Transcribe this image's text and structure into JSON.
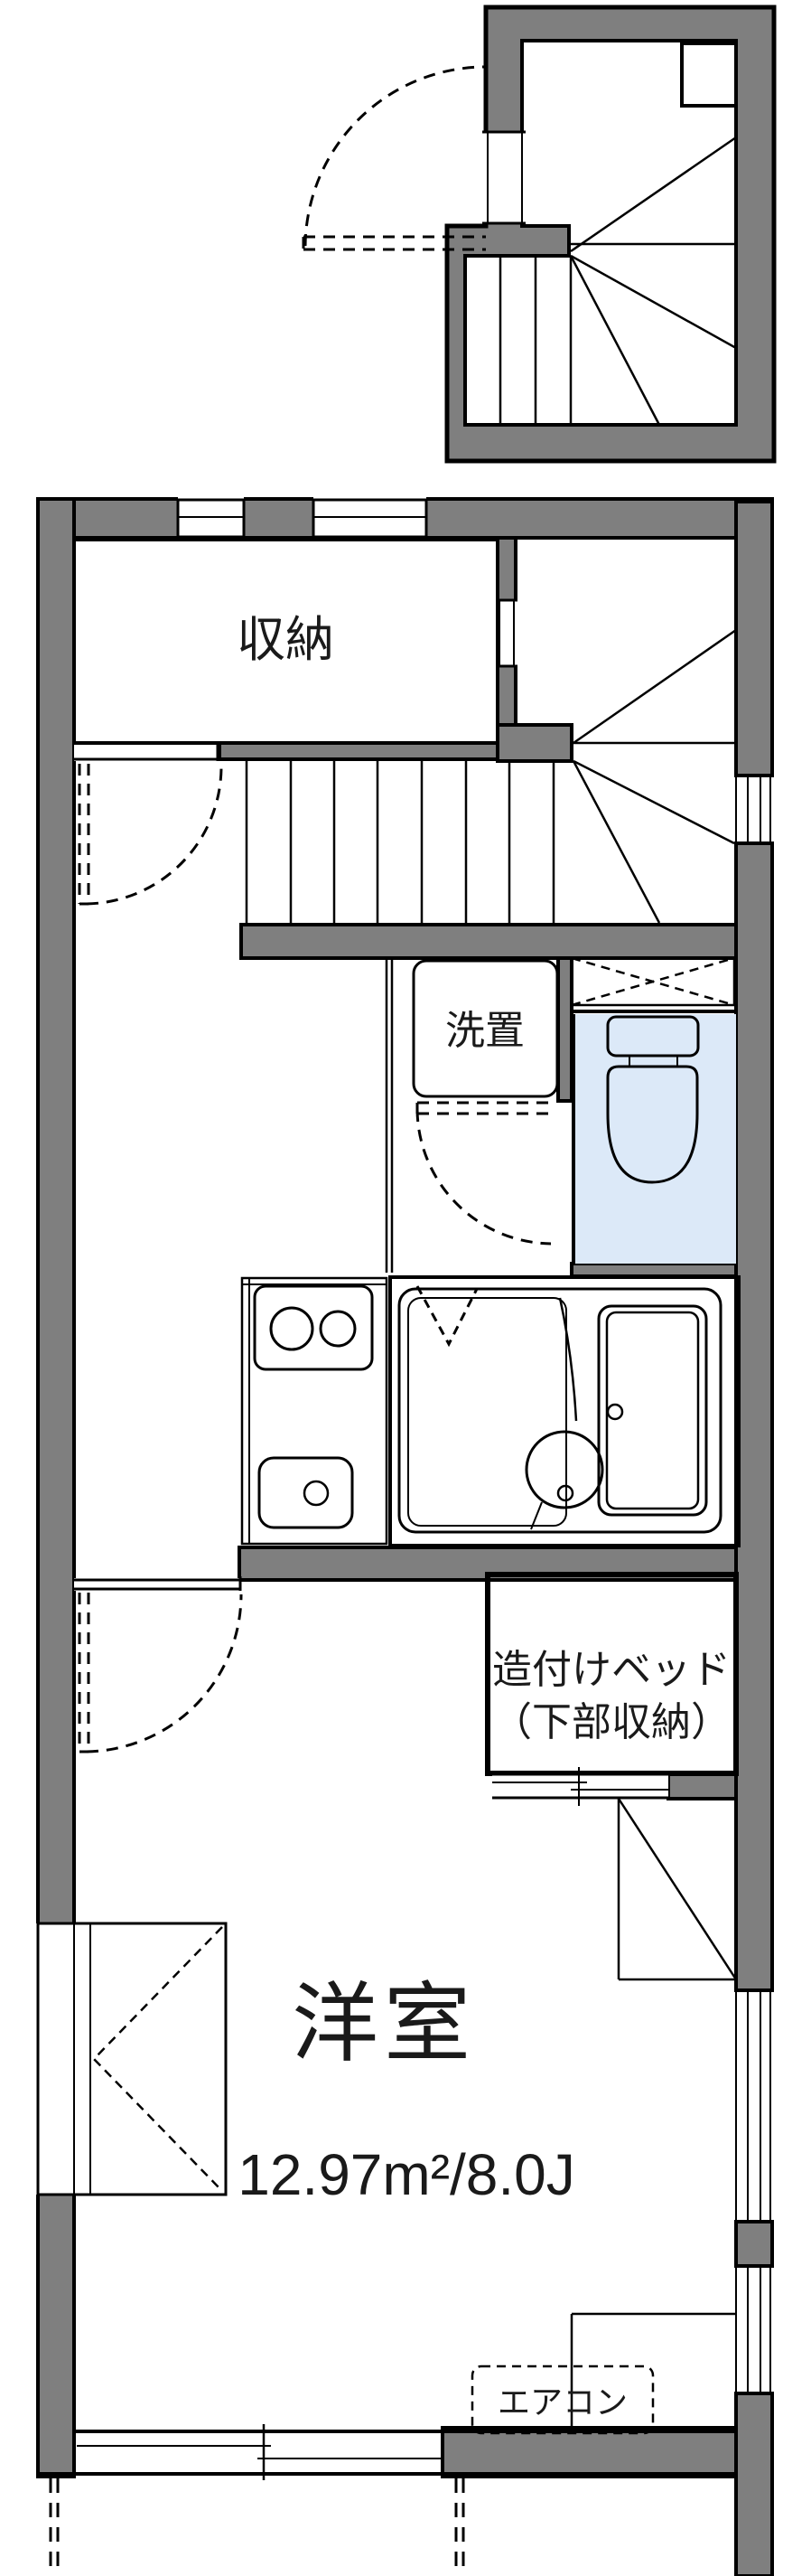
{
  "document": {
    "type": "japanese-apartment-floor-plan",
    "unit_shape": "narrow maisonette plan with external winder staircase block at top"
  },
  "rooms": {
    "storage": {
      "label": "収納"
    },
    "washer_area": {
      "label": "洗置"
    },
    "built_in_bed": {
      "label_line1": "造付けベッド",
      "label_line2": "（下部収納）"
    },
    "western_room": {
      "label": "洋室",
      "area": "12.97m²/8.0J"
    },
    "air_conditioner": {
      "label": "エアコン"
    }
  },
  "fixtures": [
    "winder-staircase-upper",
    "winder-staircase-lower",
    "entry-door-swing",
    "shoe-cabinet",
    "washing-machine-pad",
    "toilet",
    "hatch-x-box",
    "kitchen-counter",
    "two-burner-stove",
    "kitchen-sink",
    "unit-bath",
    "bathtub",
    "shower-drain",
    "folding-bath-door",
    "built-in-bed-box",
    "corner-closet",
    "casement-window",
    "sliding-windows"
  ],
  "colors": {
    "wall_gray": "#7f7f7f",
    "storage_cream": "#fcf3dc",
    "fixture_blue": "#dce9f8",
    "line_black": "#000000",
    "background": "#ffffff"
  }
}
